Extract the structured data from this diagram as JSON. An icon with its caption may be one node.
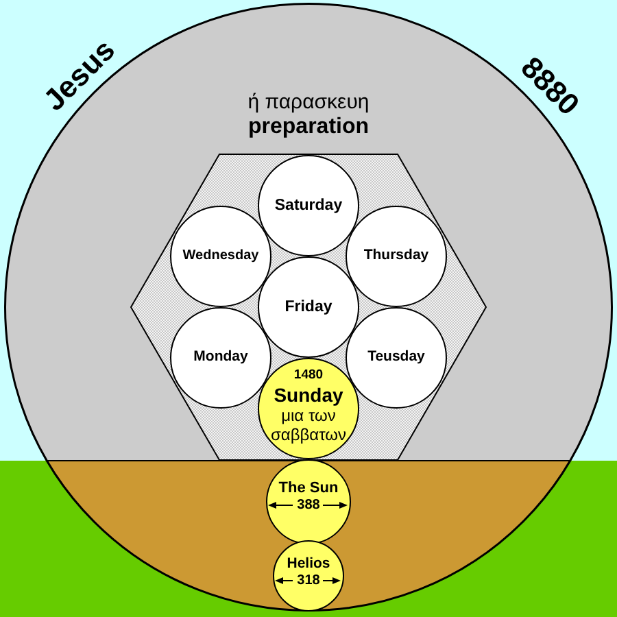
{
  "diagram": {
    "nodes": [
      {
        "text": [
          "ή παρασκευη",
          "preparation"
        ]
      },
      {
        "text": [],
        "shape": "hexagon",
        "in": 0
      },
      {
        "text": [
          "Saturday"
        ],
        "in": 1
      },
      {
        "text": [
          "Wednesday"
        ],
        "in": 1
      },
      {
        "text": [
          "Thursday"
        ],
        "in": 1
      },
      {
        "text": [
          "Friday"
        ],
        "in": 1
      },
      {
        "text": [
          "Monday"
        ],
        "in": 1
      },
      {
        "text": [
          "Teusday"
        ],
        "in": 1
      },
      {
        "text": [
          "1480",
          "Sunday",
          "μια των σαββατων"
        ],
        "in": 1
      },
      {
        "text": [
          "The Sun",
          "388"
        ],
        "in": 0
      },
      {
        "text": [
          "Helios",
          "318"
        ],
        "in": 0
      }
    ],
    "labels": [
      "Jesus",
      "8880"
    ]
  }
}
